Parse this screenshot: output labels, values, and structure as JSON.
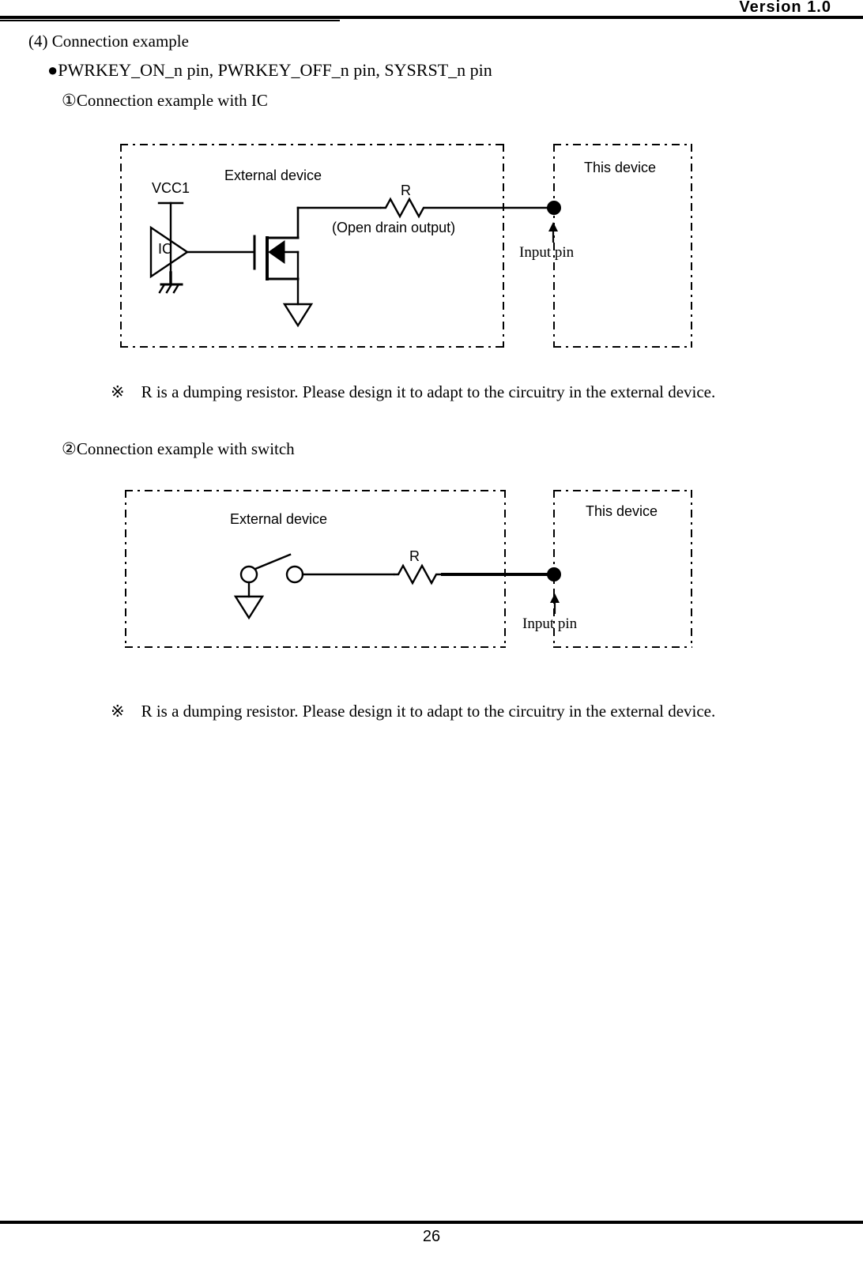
{
  "header": {
    "version": "Version 1.0"
  },
  "footer": {
    "page_number": "26"
  },
  "content": {
    "section_title": "(4) Connection example",
    "bullet_line": "●PWRKEY_ON_n pin, PWRKEY_OFF_n pin, SYSRST_n pin",
    "sub_heading_1": "①Connection example with IC",
    "sub_heading_2": "②Connection example with switch",
    "note_1": "※　R is a dumping resistor. Please design it to adapt to the circuitry in the external device.",
    "note_2": "※　R is a dumping resistor. Please design it to adapt to the circuitry in the external device."
  },
  "diagram1": {
    "external_box_label": "External device",
    "this_device_box_label": "This device",
    "vcc_label": "VCC1",
    "ic_label": "IC",
    "resistor_label": "R",
    "open_drain_label": "(Open drain output)",
    "input_pin_label": "Input pin"
  },
  "diagram2": {
    "external_box_label": "External device",
    "this_device_box_label": "This device",
    "resistor_label": "R",
    "input_pin_label": "Input pin"
  },
  "colors": {
    "ink": "#000000",
    "paper": "#ffffff"
  }
}
